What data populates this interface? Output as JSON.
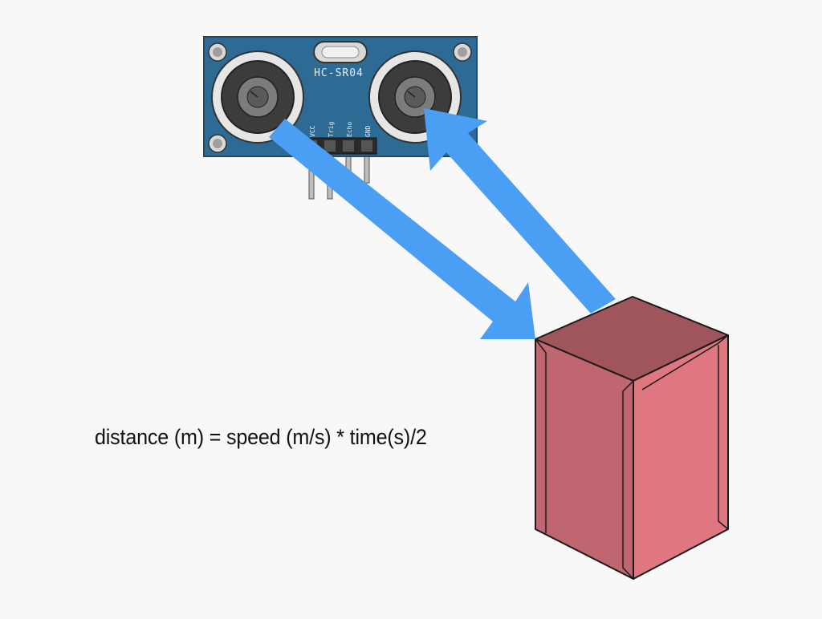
{
  "sensor": {
    "model_label": "HC-SR04",
    "pin_labels": [
      "VCC",
      "Trig",
      "Echo",
      "GND"
    ],
    "board_color": "#2d6a94",
    "board_border": "#1d4a6c"
  },
  "arrows": {
    "color": "#4a9ff5",
    "outgoing_direction": "sensor-to-object",
    "return_direction": "object-to-sensor"
  },
  "object": {
    "front_color": "#bf6670",
    "side_color": "#e07780",
    "top_color": "#a0555c"
  },
  "formula": {
    "text": "distance (m) = speed (m/s) * time(s)/2"
  }
}
